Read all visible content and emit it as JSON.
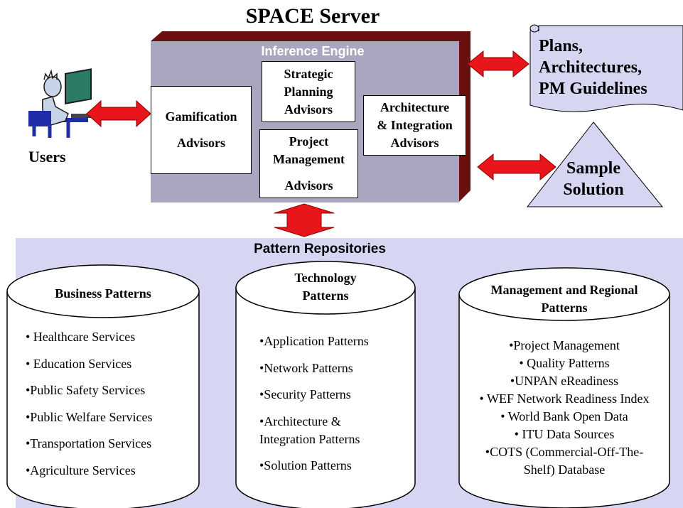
{
  "title": "SPACE Server",
  "engine": {
    "label": "Inference Engine",
    "advisors": [
      {
        "lines": [
          "Gamification",
          "Advisors"
        ]
      },
      {
        "lines": [
          "Strategic",
          "Planning",
          "Advisors"
        ]
      },
      {
        "lines": [
          "Project",
          "Management",
          "Advisors"
        ]
      },
      {
        "lines": [
          "Architecture",
          "& Integration",
          "Advisors"
        ]
      }
    ]
  },
  "users_label": "Users",
  "outputs": {
    "plans": [
      "Plans,",
      "Architectures,",
      "PM Guidelines"
    ],
    "sample": [
      "Sample",
      "Solution"
    ]
  },
  "repositories": {
    "title": "Pattern Repositories",
    "cylinders": [
      {
        "title": [
          "Business Patterns"
        ],
        "items": [
          "• Healthcare Services",
          "• Education  Services",
          "•Public Safety Services",
          "•Public Welfare Services",
          "•Transportation Services",
          "•Agriculture Services"
        ]
      },
      {
        "title": [
          "Technology",
          "Patterns"
        ],
        "items": [
          "•Application Patterns",
          "•Network Patterns",
          "•Security Patterns",
          "•Architecture &",
          "Integration Patterns",
          "•Solution Patterns"
        ]
      },
      {
        "title": [
          "Management and Regional",
          "Patterns"
        ],
        "items": [
          "•Project Management",
          "• Quality Patterns",
          "•UNPAN eReadiness",
          "• WEF Network Readiness Index",
          "• World Bank Open Data",
          "•  ITU Data Sources",
          "•COTS (Commercial-Off-The-",
          "Shelf) Database"
        ]
      }
    ]
  },
  "colors": {
    "engine_fill": "#a9a7c0",
    "engine_shadow": "#6b1010",
    "lavender": "#d6d6f2",
    "arrow_red": "#e8161b"
  }
}
